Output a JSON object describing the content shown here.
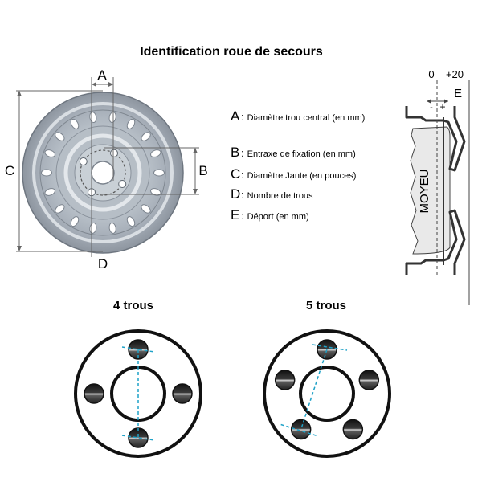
{
  "title": "Identification roue de secours",
  "legend": [
    {
      "letter": "A",
      "text": "Diamètre trou central (en mm)"
    },
    {
      "letter": "B",
      "text": "Entraxe de fixation (en mm)"
    },
    {
      "letter": "C",
      "text": "Diamètre Jante (en pouces)"
    },
    {
      "letter": "D",
      "text": "Nombre de trous"
    },
    {
      "letter": "E",
      "text": "Déport (en mm)"
    }
  ],
  "wheel_labels": {
    "a": "A",
    "b": "B",
    "c": "C",
    "d": "D"
  },
  "offset_diagram": {
    "zero": "0",
    "plus20": "+20",
    "e": "E",
    "minus": "-",
    "plus": "+",
    "hub": "MOYEU"
  },
  "patterns": [
    {
      "label": "4 trous",
      "holes": 4
    },
    {
      "label": "5 trous",
      "holes": 5
    }
  ],
  "colors": {
    "rim": "#a9b2bc",
    "rim_dark": "#6e7680",
    "dimension_line": "#666666",
    "measure_line": "#1fa2c8"
  }
}
